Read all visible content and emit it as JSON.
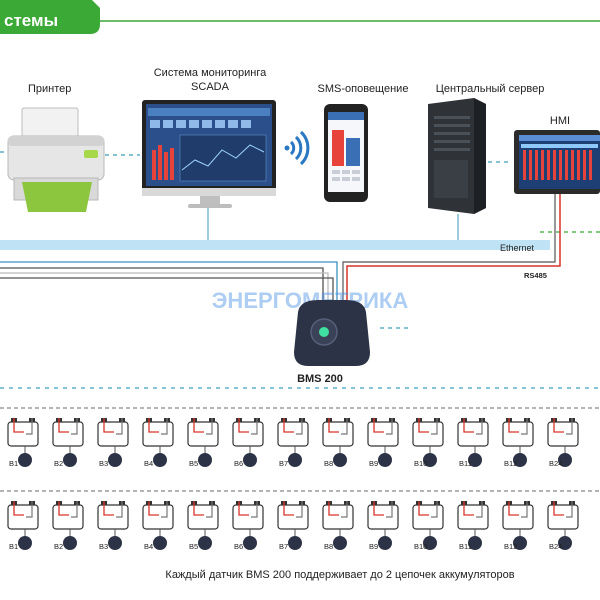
{
  "header": {
    "title": "стемы",
    "color": "#3aa935"
  },
  "devices": {
    "printer": "Принтер",
    "scada_line1": "Система мониторинга",
    "scada_line2": "SCADA",
    "sms": "SMS-оповещение",
    "server": "Центральный сервер",
    "hmi": "HMI"
  },
  "network": {
    "ethernet": "Ethernet",
    "rs485": "RS485"
  },
  "watermark": "ЭНЕРГОМЕТРИКА",
  "bms": {
    "label": "BMS 200"
  },
  "battery_row_labels": [
    "B1",
    "B2",
    "B3",
    "B4",
    "B5",
    "B6",
    "B7",
    "B8",
    "B9",
    "B10",
    "B11",
    "B12",
    "B24"
  ],
  "caption": "Каждый датчик BMS 200 поддерживает до 2 цепочек аккумуляторов",
  "colors": {
    "ethernet_bus": "#bfe3f5",
    "rs485": "#d9342b",
    "dashed": "#5bb0c8",
    "bms_body": "#2d3346"
  }
}
